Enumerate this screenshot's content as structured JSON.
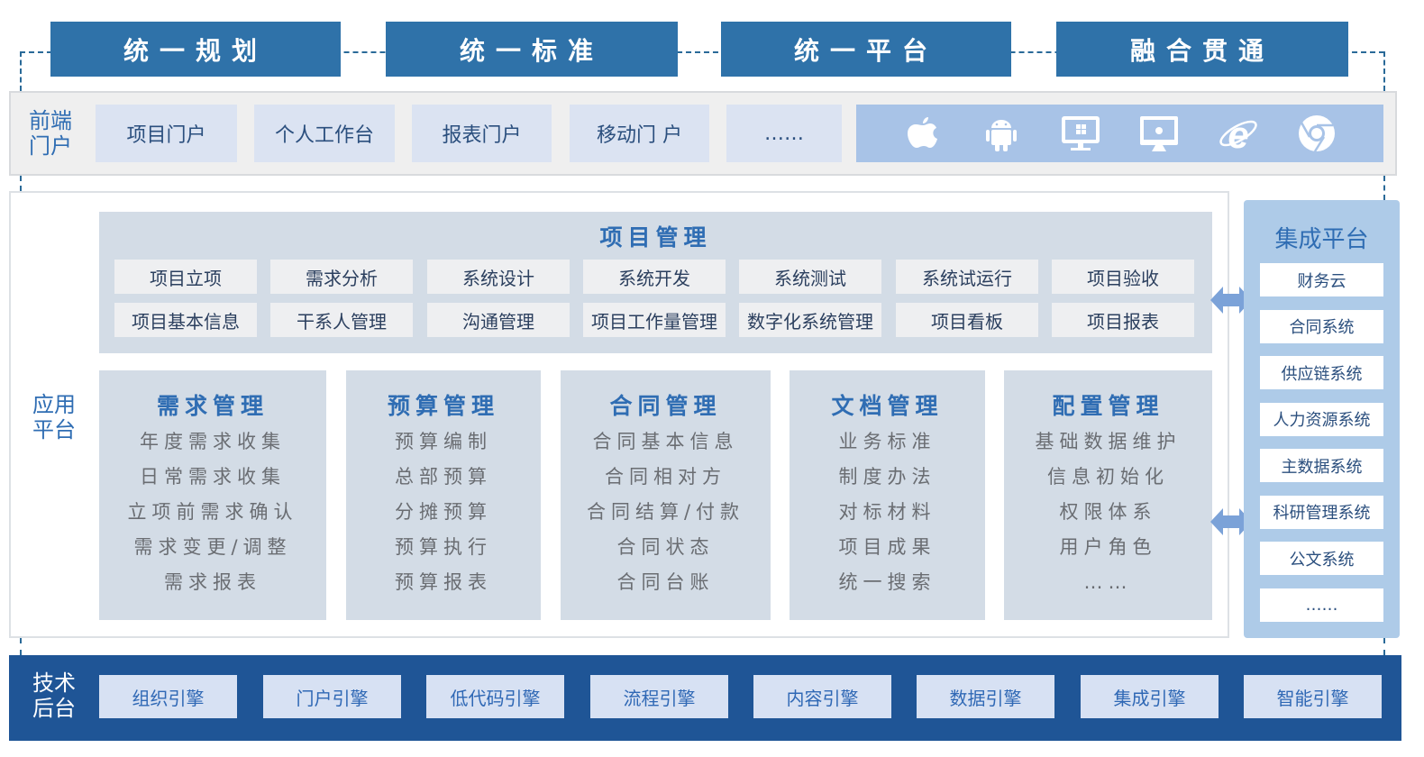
{
  "principles": [
    "统一规划",
    "统一标准",
    "统一平台",
    "融合贯通"
  ],
  "frontend": {
    "label": "前端门户",
    "items": [
      "项目门户",
      "个人工作台",
      "报表门户",
      "移动门 户",
      "……"
    ],
    "platform_icons": [
      "apple-icon",
      "android-icon",
      "windows-desktop-icon",
      "mac-desktop-icon",
      "ie-browser-icon",
      "chrome-browser-icon"
    ]
  },
  "app_platform": {
    "label": "应用平台",
    "project_management": {
      "title": "项目管理",
      "row1": [
        "项目立项",
        "需求分析",
        "系统设计",
        "系统开发",
        "系统测试",
        "系统试运行",
        "项目验收"
      ],
      "row2": [
        "项目基本信息",
        "干系人管理",
        "沟通管理",
        "项目工作量管理",
        "数字化系统管理",
        "项目看板",
        "项目报表"
      ]
    },
    "modules": [
      {
        "title": "需求管理",
        "items": [
          "年度需求收集",
          "日常需求收集",
          "立项前需求确认",
          "需求变更/调整",
          "需求报表"
        ]
      },
      {
        "title": "预算管理",
        "items": [
          "预算编制",
          "总部预算",
          "分摊预算",
          "预算执行",
          "预算报表"
        ]
      },
      {
        "title": "合同管理",
        "items": [
          "合同基本信息",
          "合同相对方",
          "合同结算/付款",
          "合同状态",
          "合同台账"
        ]
      },
      {
        "title": "文档管理",
        "items": [
          "业务标准",
          "制度办法",
          "对标材料",
          "项目成果",
          "统一搜索"
        ]
      },
      {
        "title": "配置管理",
        "items": [
          "基础数据维护",
          "信息初始化",
          "权限体系",
          "用户角色",
          "……"
        ]
      }
    ]
  },
  "integration": {
    "title": "集成平台",
    "items": [
      "财务云",
      "合同系统",
      "供应链系统",
      "人力资源系统",
      "主数据系统",
      "科研管理系统",
      "公文系统",
      "……"
    ]
  },
  "backend": {
    "label": "技术后台",
    "items": [
      "组织引擎",
      "门户引擎",
      "低代码引擎",
      "流程引擎",
      "内容引擎",
      "数据引擎",
      "集成引擎",
      "智能引擎"
    ]
  }
}
